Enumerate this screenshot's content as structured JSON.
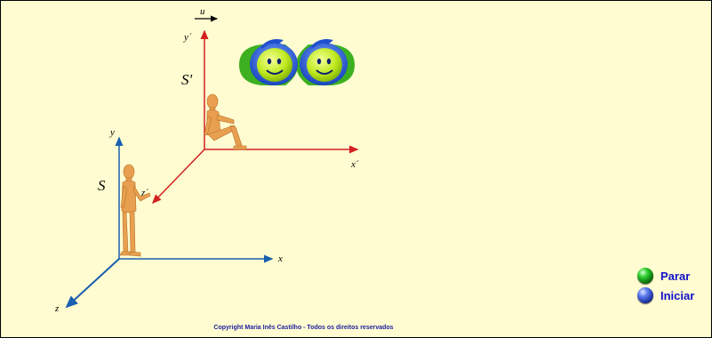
{
  "scene": {
    "frame_s_label": "S",
    "frame_s_prime_label": "S'",
    "axes_s": {
      "x": "x",
      "y": "y",
      "z": "z"
    },
    "axes_s_prime": {
      "x": "x´",
      "y": "y´",
      "z": "z´"
    },
    "velocity_label": "u"
  },
  "controls": {
    "stop_label": "Parar",
    "start_label": "Iniciar"
  },
  "footer": {
    "copyright": "Copyright  Maria Inês Castilho - Todos os direitos reservados"
  },
  "colors": {
    "background": "#fefcd0",
    "frame_s_axes": "#1a5fb0",
    "frame_s_prime_axes": "#d42020",
    "control_text": "#1010cc",
    "figure": "#e8a050",
    "logo_face": "#c8f020",
    "logo_ring": "#1a4fd0"
  }
}
